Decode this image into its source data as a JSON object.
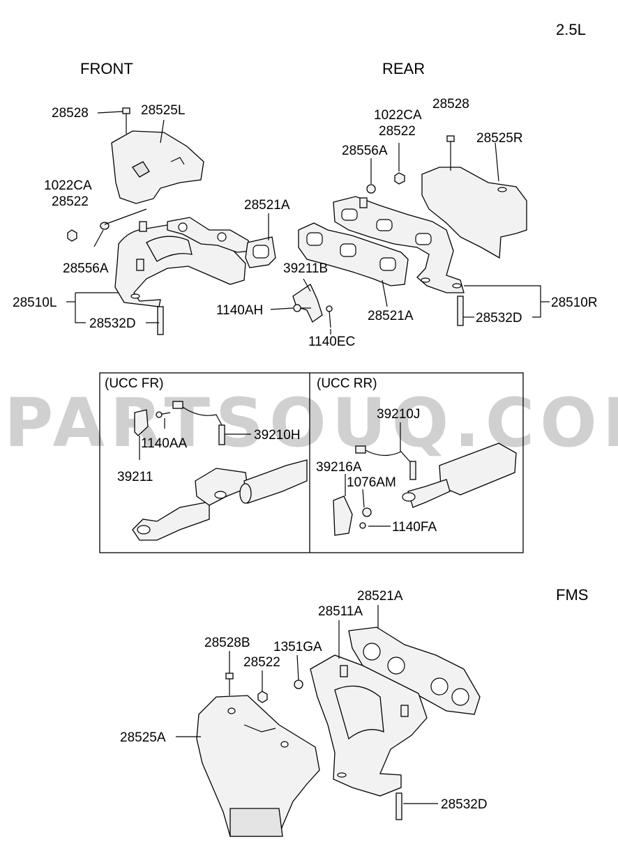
{
  "headers": {
    "engine": "2.5L",
    "front": "FRONT",
    "rear": "REAR",
    "fms": "FMS",
    "ucc_fr": "(UCC  FR)",
    "ucc_rr": "(UCC  RR)"
  },
  "watermark": "PARTSOUQ.COM",
  "labels": {
    "f_28528": "28528",
    "f_28525L": "28525L",
    "f_1022CA": "1022CA",
    "f_28522": "28522",
    "f_28556A": "28556A",
    "f_28521A": "28521A",
    "f_28510L": "28510L",
    "f_28532D": "28532D",
    "f_39211B": "39211B",
    "f_1140AH": "1140AH",
    "f_1140EC": "1140EC",
    "r_1022CA": "1022CA",
    "r_28522": "28522",
    "r_28528": "28528",
    "r_28556A": "28556A",
    "r_28525R": "28525R",
    "r_28521A": "28521A",
    "r_28510R": "28510R",
    "r_28532D": "28532D",
    "u_1140AA": "1140AA",
    "u_39210H": "39210H",
    "u_39211": "39211",
    "u_39210J": "39210J",
    "u_39216A": "39216A",
    "u_1076AM": "1076AM",
    "u_1140FA": "1140FA",
    "m_28521A": "28521A",
    "m_28511A": "28511A",
    "m_28528B": "28528B",
    "m_1351GA": "1351GA",
    "m_28522": "28522",
    "m_28525A": "28525A",
    "m_28532D": "28532D"
  },
  "colors": {
    "line": "#000000",
    "part_fill": "#f2f2f2",
    "watermark": "#d0d0d0"
  }
}
